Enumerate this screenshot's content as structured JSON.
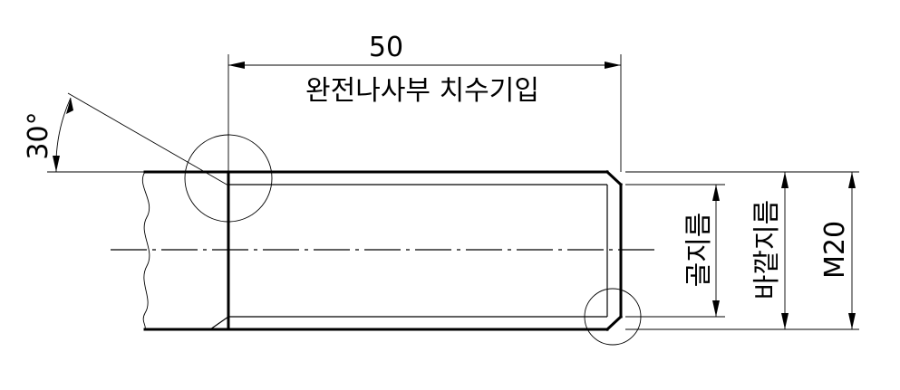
{
  "dimensions": {
    "full_thread_length": "50",
    "full_thread_caption": "완전나사부 치수기입",
    "chamfer_angle": "30°",
    "root_diameter_label": "골지름",
    "major_diameter_label": "바깥지름",
    "nominal_size": "M20"
  }
}
